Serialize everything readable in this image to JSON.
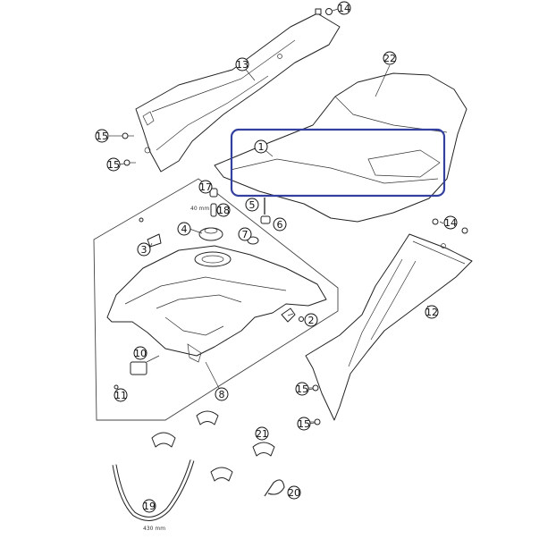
{
  "diagram": {
    "highlight_color": "#3340a0",
    "highlighted_label": "1",
    "callouts": [
      {
        "id": "c1",
        "label": "1"
      },
      {
        "id": "c2",
        "label": "2"
      },
      {
        "id": "c3",
        "label": "3"
      },
      {
        "id": "c4",
        "label": "4"
      },
      {
        "id": "c5",
        "label": "5"
      },
      {
        "id": "c6",
        "label": "6"
      },
      {
        "id": "c7",
        "label": "7"
      },
      {
        "id": "c8",
        "label": "8"
      },
      {
        "id": "c10",
        "label": "10"
      },
      {
        "id": "c11",
        "label": "11"
      },
      {
        "id": "c12",
        "label": "12"
      },
      {
        "id": "c13",
        "label": "13"
      },
      {
        "id": "c14a",
        "label": "14"
      },
      {
        "id": "c14b",
        "label": "14"
      },
      {
        "id": "c15a",
        "label": "15"
      },
      {
        "id": "c15b",
        "label": "15"
      },
      {
        "id": "c15c",
        "label": "15"
      },
      {
        "id": "c15d",
        "label": "15"
      },
      {
        "id": "c17",
        "label": "17"
      },
      {
        "id": "c18",
        "label": "18"
      },
      {
        "id": "c19",
        "label": "19"
      },
      {
        "id": "c20",
        "label": "20"
      },
      {
        "id": "c21",
        "label": "21"
      },
      {
        "id": "c22",
        "label": "22"
      }
    ],
    "dimensions": {
      "vent_hose": "40 mm",
      "fuel_hose": "430 mm"
    }
  }
}
